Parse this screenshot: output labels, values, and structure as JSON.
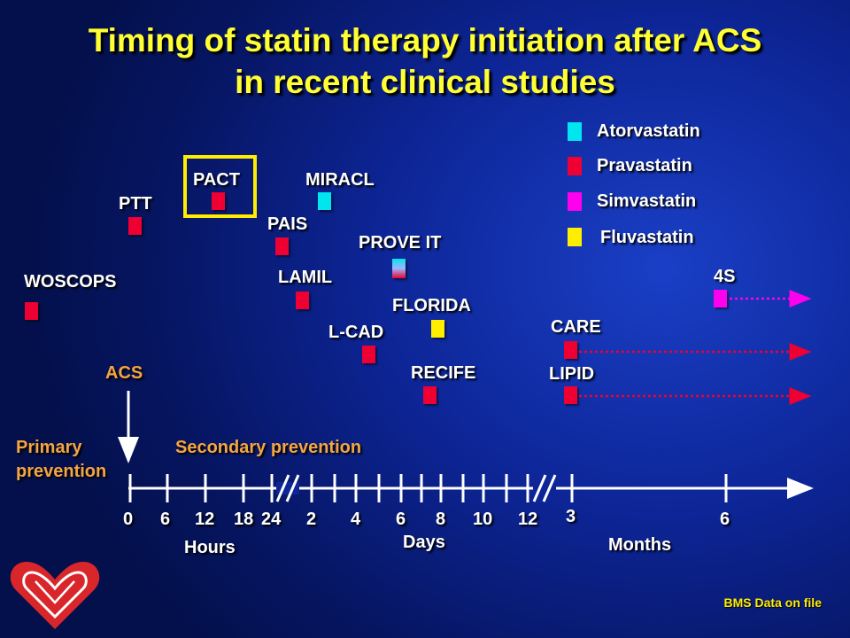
{
  "title": {
    "line1": "Timing of statin therapy initiation after ACS",
    "line2": "in recent clinical studies"
  },
  "legend": [
    {
      "label": "Atorvastatin",
      "color": "#00e5ee"
    },
    {
      "label": "Pravastatin",
      "color": "#ee0033"
    },
    {
      "label": "Simvastatin",
      "color": "#ff00ee"
    },
    {
      "label": "Fluvastatin",
      "color": "#ffee00"
    }
  ],
  "studies": {
    "woscops": "WOSCOPS",
    "ptt": "PTT",
    "pact": "PACT",
    "pais": "PAIS",
    "miracl": "MIRACL",
    "lamil": "LAMIL",
    "prove_it": "PROVE IT",
    "lcad": "L-CAD",
    "florida": "FLORIDA",
    "recife": "RECIFE",
    "care": "CARE",
    "lipid": "LIPID",
    "fours": "4S"
  },
  "labels": {
    "acs": "ACS",
    "primary_prevention": "Primary prevention",
    "secondary_prevention": "Secondary prevention"
  },
  "axis": {
    "hours_ticks": [
      "0",
      "6",
      "12",
      "18",
      "24"
    ],
    "days_ticks": [
      "2",
      "4",
      "6",
      "8",
      "10",
      "12"
    ],
    "months_ticks": [
      "3",
      "6"
    ],
    "hours_label": "Hours",
    "days_label": "Days",
    "months_label": "Months"
  },
  "colors": {
    "title": "#ffff33",
    "accent_orange": "#f5a542",
    "atorvastatin": "#00e5ee",
    "pravastatin": "#ee0033",
    "simvastatin": "#ff00ee",
    "fluvastatin": "#ffee00"
  },
  "footer": "BMS Data on file"
}
